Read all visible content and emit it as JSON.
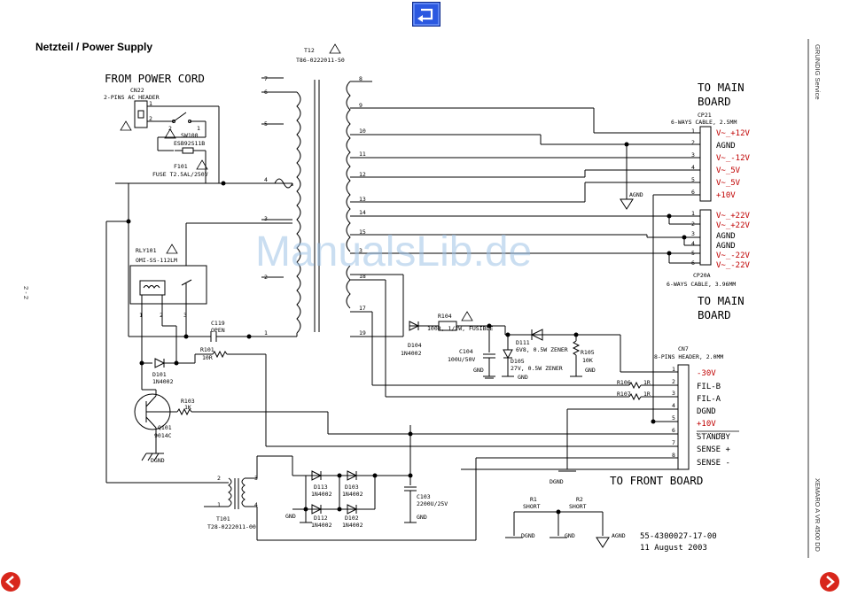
{
  "page": {
    "heading": "Netzteil / Power Supply",
    "side_top": "GRUNDIG Service",
    "side_bottom": "XEMARO A VR 4500 DD",
    "page_number": "2 - 2",
    "watermark": "ManualsLib.de"
  },
  "nav": {
    "back_icon": "return-arrow-icon",
    "prev_icon": "arrow-left-icon",
    "next_icon": "arrow-right-icon",
    "accent_color": "#1e4fd8",
    "nav_color": "#d8261b"
  },
  "power": {
    "title": "FROM POWER CORD",
    "cn22": "CN22",
    "cn22_desc": "2-PINS AC HEADER",
    "sw100": "SW100",
    "sw100_part": "ESB92S11B",
    "f101": "F101",
    "f101_desc": "FUSE T2.5AL/250V",
    "rly101": "RLY101",
    "rly101_part": "OMI-SS-112LM",
    "c119": "C119",
    "c119_val": "OPEN"
  },
  "transformer": {
    "name": "T12",
    "part": "T86-0222011-50",
    "primary_pins": [
      "7",
      "6",
      "5",
      "4",
      "3",
      "2",
      "1"
    ],
    "secondary_pins": [
      "8",
      "9",
      "10",
      "11",
      "12",
      "13",
      "14",
      "15",
      "3",
      "18",
      "17",
      "19"
    ]
  },
  "main_board": {
    "title_1": "TO MAIN",
    "title_2": "BOARD",
    "cp21": "CP21",
    "cp21_desc": "6-WAYS CABLE, 2.5MM",
    "cp21_pins": [
      "1",
      "2",
      "3",
      "4",
      "5",
      "6"
    ],
    "cp21_signals": [
      "V~_+12V",
      "AGND",
      "V~_-12V",
      "V~_5V",
      "V~_5V",
      "+10V"
    ],
    "agnd": "AGND",
    "cp20a_pins": [
      "1",
      "2",
      "3",
      "4",
      "5",
      "6"
    ],
    "cp20a_signals": [
      "V~_+22V",
      "V~_+22V",
      "AGND",
      "AGND",
      "V~_-22V",
      "V~_-22V"
    ],
    "cp20a": "CP20A",
    "cp20a_desc": "6-WAYS CABLE, 3.96MM"
  },
  "main_board_2": {
    "title_1": "TO MAIN",
    "title_2": "BOARD"
  },
  "parts": {
    "r104": "R104",
    "r104_val": "100R, 1/2W, FUSIBLE",
    "d104": "D104",
    "d104_val": "1N4002",
    "c104": "C104",
    "c104_val": "100U/50V",
    "gnd": "GND",
    "d111": "D111",
    "d111_val": "6V8, 0.5W ZENER",
    "d105": "D105",
    "d105_val": "27V, 0.5W ZENER",
    "r105": "R105",
    "r105_val": "10K",
    "r101": "R101",
    "r101_val": "10R",
    "d101": "D101",
    "d101_val": "1N4002",
    "r103": "R103",
    "r103_val": "1K",
    "q101": "Q101",
    "q101_val": "9014C",
    "dgnd": "DGND",
    "r106": "R106",
    "r106_val": "1R",
    "r107": "R107",
    "r107_val": "1R",
    "t101": "T101",
    "t101_part": "T28-0222011-00",
    "t101_pins": [
      "2",
      "3",
      "1",
      "4"
    ],
    "d113": "D113",
    "d103": "D103",
    "d112": "D112",
    "d102": "D102",
    "diode_val": "1N4002",
    "c103": "C103",
    "c103_val": "2200U/25V",
    "r1": "R1",
    "r2": "R2",
    "short": "SHORT",
    "agnd": "AGND"
  },
  "front_board": {
    "cn7": "CN7",
    "cn7_desc": "8-PINS HEADER, 2.0MM",
    "pins": [
      "1",
      "2",
      "3",
      "4",
      "5",
      "6",
      "7",
      "8"
    ],
    "signals": [
      "-30V",
      "FIL-B",
      "FIL-A",
      "DGND",
      "+10V",
      "STANDBY",
      "SENSE +",
      "SENSE -"
    ],
    "title": "TO FRONT BOARD"
  },
  "footer": {
    "doc_number": "55-4300027-17-00",
    "date": "11 August 2003"
  }
}
